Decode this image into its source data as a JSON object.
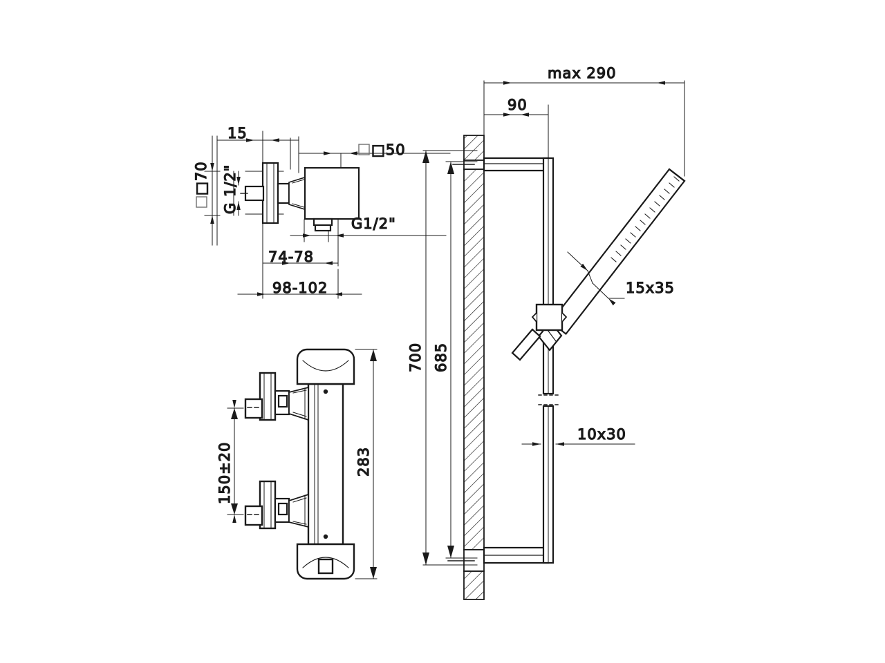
{
  "drawing": {
    "title": "Thermostatic shower mixer with shower rail set — technical dimension drawing",
    "line_color": "#1a1a1a",
    "hatch_color": "#1a1a1a",
    "background": "#ffffff"
  },
  "views": {
    "side_view": {
      "name": "side-elevation-valve",
      "dimensions": {
        "d_15": "15",
        "d_square_70": "□70",
        "d_square_50": "□50",
        "d_inlet_thread": "G 1/2\"",
        "d_outlet_thread": "G1/2\"",
        "d_74_78": "74-78",
        "d_98_102": "98-102"
      }
    },
    "front_view": {
      "name": "front-elevation-mixer",
      "dimensions": {
        "d_150_20": "150±20",
        "d_283": "283"
      }
    },
    "rail_view": {
      "name": "shower-rail-elevation",
      "dimensions": {
        "d_max_290": "max 290",
        "d_90": "90",
        "d_700": "700",
        "d_685": "685",
        "d_15x35": "15x35",
        "d_10x30": "10x30"
      }
    }
  }
}
